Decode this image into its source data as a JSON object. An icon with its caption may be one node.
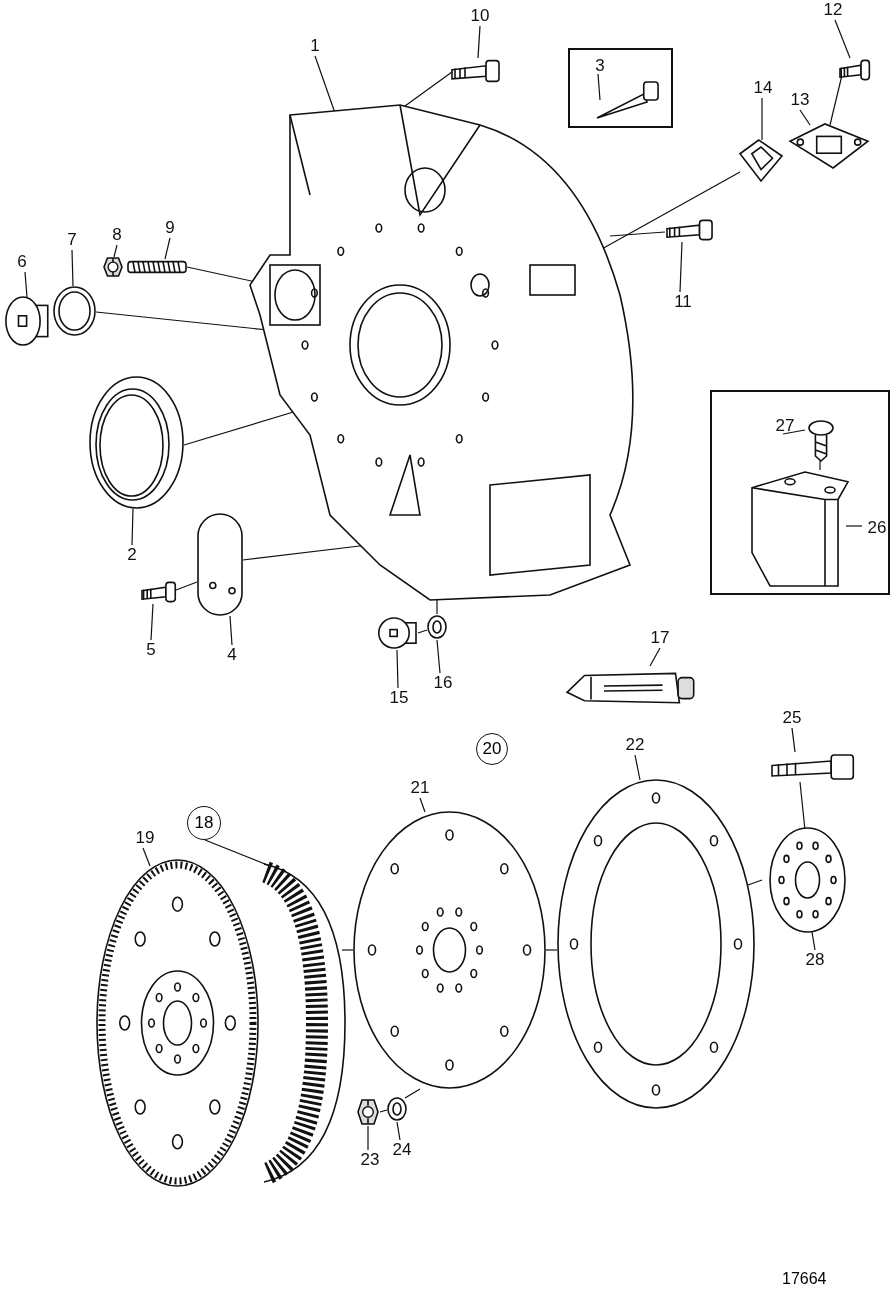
{
  "diagram": {
    "nodes": [
      {
        "text": [
          "1"
        ]
      },
      {
        "text": [],
        "shape": "picture"
      },
      {
        "text": [
          "10"
        ]
      },
      {
        "text": [],
        "shape": "picture"
      },
      {
        "text": [],
        "shape": "box"
      },
      {
        "text": [
          "3"
        ],
        "in": 4
      },
      {
        "text": [],
        "shape": "picture",
        "in": 4
      },
      {
        "text": [
          "12"
        ]
      },
      {
        "text": [],
        "shape": "picture"
      },
      {
        "text": [
          "13"
        ]
      },
      {
        "text": [],
        "shape": "picture"
      },
      {
        "text": [
          "14"
        ]
      },
      {
        "text": [],
        "shape": "picture"
      },
      {
        "text": [
          "6"
        ]
      },
      {
        "text": [],
        "shape": "picture"
      },
      {
        "text": [
          "7"
        ]
      },
      {
        "text": [],
        "shape": "picture"
      },
      {
        "text": [
          "8"
        ]
      },
      {
        "text": [],
        "shape": "picture"
      },
      {
        "text": [
          "9"
        ]
      },
      {
        "text": [],
        "shape": "picture"
      },
      {
        "text": [
          "11"
        ]
      },
      {
        "text": [],
        "shape": "picture"
      },
      {
        "text": [],
        "shape": "box"
      },
      {
        "text": [
          "27"
        ],
        "in": 23
      },
      {
        "text": [],
        "shape": "picture",
        "in": 23
      },
      {
        "text": [],
        "shape": "picture",
        "in": 23
      },
      {
        "text": [
          "26"
        ],
        "in": 23
      },
      {
        "text": [
          "2"
        ]
      },
      {
        "text": [],
        "shape": "picture"
      },
      {
        "text": [
          "5"
        ]
      },
      {
        "text": [],
        "shape": "picture"
      },
      {
        "text": [
          "4"
        ]
      },
      {
        "text": [],
        "shape": "picture"
      },
      {
        "text": [
          "15"
        ]
      },
      {
        "text": [],
        "shape": "picture"
      },
      {
        "text": [
          "16"
        ]
      },
      {
        "text": [],
        "shape": "picture"
      },
      {
        "text": [
          "17"
        ]
      },
      {
        "text": [],
        "shape": "picture"
      },
      {
        "text": [
          "25"
        ]
      },
      {
        "text": [],
        "shape": "picture"
      },
      {
        "text": [
          "20"
        ]
      },
      {
        "text": [
          "22"
        ]
      },
      {
        "text": [],
        "shape": "picture"
      },
      {
        "text": [
          "21"
        ]
      },
      {
        "text": [],
        "shape": "picture"
      },
      {
        "text": [
          "18"
        ]
      },
      {
        "text": [
          "19"
        ]
      },
      {
        "text": [],
        "shape": "picture"
      },
      {
        "text": [],
        "shape": "picture"
      },
      {
        "text": [
          "28"
        ]
      },
      {
        "text": [],
        "shape": "picture"
      },
      {
        "text": [
          "23"
        ]
      },
      {
        "text": [],
        "shape": "picture"
      },
      {
        "text": [
          "24"
        ]
      },
      {
        "text": [],
        "shape": "picture"
      }
    ],
    "edges": [
      {
        "from": 0,
        "to": 1,
        "arrow": "none"
      },
      {
        "from": 2,
        "to": 3,
        "arrow": "none"
      },
      {
        "from": 5,
        "to": 6,
        "arrow": "none"
      },
      {
        "from": 7,
        "to": 8,
        "arrow": "none"
      },
      {
        "from": 9,
        "to": 10,
        "arrow": "none"
      },
      {
        "from": 11,
        "to": 12,
        "arrow": "none"
      },
      {
        "from": 13,
        "to": 14,
        "arrow": "none"
      },
      {
        "from": 15,
        "to": 16,
        "arrow": "none"
      },
      {
        "from": 17,
        "to": 18,
        "arrow": "none"
      },
      {
        "from": 19,
        "to": 20,
        "arrow": "none"
      },
      {
        "from": 21,
        "to": 22,
        "arrow": "none"
      },
      {
        "from": 24,
        "to": 25,
        "arrow": "none"
      },
      {
        "from": 27,
        "to": 26,
        "arrow": "none"
      },
      {
        "from": 28,
        "to": 29,
        "arrow": "none"
      },
      {
        "from": 30,
        "to": 31,
        "arrow": "none"
      },
      {
        "from": 32,
        "to": 33,
        "arrow": "none"
      },
      {
        "from": 34,
        "to": 35,
        "arrow": "none"
      },
      {
        "from": 36,
        "to": 37,
        "arrow": "none"
      },
      {
        "from": 38,
        "to": 39,
        "arrow": "none"
      },
      {
        "from": 40,
        "to": 41,
        "arrow": "none"
      },
      {
        "from": 43,
        "to": 44,
        "arrow": "none"
      },
      {
        "from": 45,
        "to": 46,
        "arrow": "none"
      },
      {
        "from": 47,
        "to": 50,
        "arrow": "none"
      },
      {
        "from": 48,
        "to": 49,
        "arrow": "none"
      },
      {
        "from": 51,
        "to": 52,
        "arrow": "none"
      },
      {
        "from": 53,
        "to": 54,
        "arrow": "none"
      },
      {
        "from": 55,
        "to": 56,
        "arrow": "none"
      },
      {
        "from": 3,
        "to": 1,
        "arrow": "none"
      },
      {
        "from": 8,
        "to": 10,
        "arrow": "none"
      },
      {
        "from": 12,
        "to": 1,
        "arrow": "none"
      },
      {
        "from": 16,
        "to": 1,
        "arrow": "none"
      },
      {
        "from": 20,
        "to": 1,
        "arrow": "none"
      },
      {
        "from": 22,
        "to": 1,
        "arrow": "none"
      },
      {
        "from": 29,
        "to": 1,
        "arrow": "none"
      },
      {
        "from": 31,
        "to": 33,
        "arrow": "none"
      },
      {
        "from": 33,
        "to": 1,
        "arrow": "none"
      },
      {
        "from": 37,
        "to": 1,
        "arrow": "none"
      },
      {
        "from": 35,
        "to": 37,
        "arrow": "none"
      },
      {
        "from": 25,
        "to": 26,
        "arrow": "none"
      },
      {
        "from": 41,
        "to": 52,
        "arrow": "none"
      },
      {
        "from": 52,
        "to": 44,
        "arrow": "none"
      },
      {
        "from": 44,
        "to": 46,
        "arrow": "none"
      },
      {
        "from": 46,
        "to": 50,
        "arrow": "none"
      },
      {
        "from": 56,
        "to": 46,
        "arrow": "none"
      },
      {
        "from": 54,
        "to": 56,
        "arrow": "none"
      }
    ],
    "labels": [
      "17664"
    ]
  }
}
